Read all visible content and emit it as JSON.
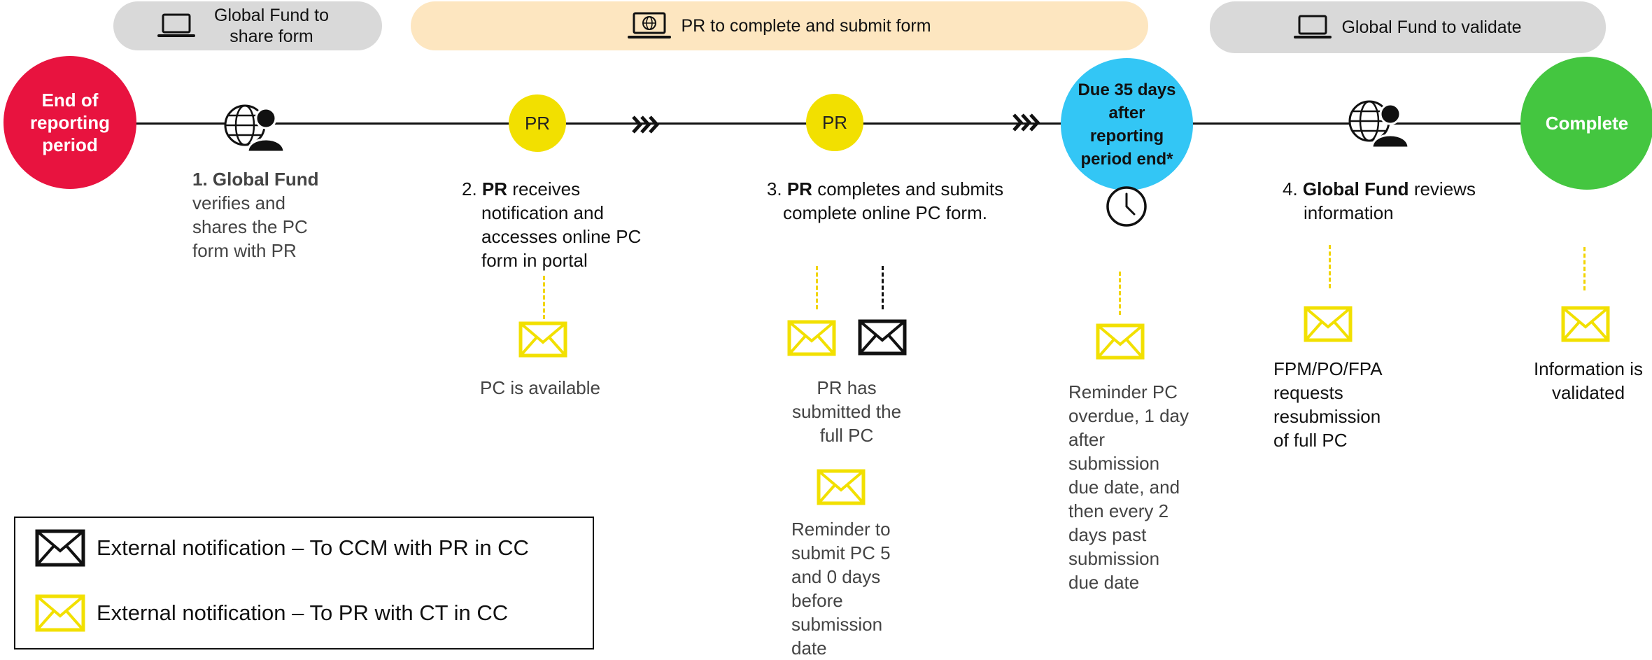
{
  "phases": {
    "share": "Global Fund to share form",
    "complete": "PR to complete and submit form",
    "validate": "Global Fund to validate"
  },
  "milestones": {
    "start": "End of reporting period",
    "due": "Due 35 days after reporting period end*",
    "end": "Complete"
  },
  "pr_badge": "PR",
  "steps": {
    "s1": {
      "num": "1.",
      "actor": "Global Fund",
      "rest": "verifies and shares the PC form with PR"
    },
    "s2": {
      "num": "2.",
      "actor": "PR",
      "rest": "receives notification and accesses online PC form in portal"
    },
    "s3": {
      "num": "3.",
      "actor": "PR",
      "rest": "completes and submits complete online PC form."
    },
    "s4": {
      "num": "4.",
      "actor": "Global Fund",
      "rest": "reviews information"
    }
  },
  "notifications": {
    "n2": "PC is available",
    "n3a": "PR has submitted the full PC",
    "n3b": "Reminder to submit PC 5 and 0 days before submission date",
    "ndue": "Reminder PC overdue, 1 day after submission due date, and then every 2 days past submission due date",
    "n4": "FPM/PO/FPA requests resubmission of full PC",
    "nend": "Information is validated"
  },
  "legend": {
    "black": "External notification – To CCM with PR in CC",
    "yellow": "External notification – To PR with CT in CC"
  },
  "colors": {
    "start": "#e8133f",
    "due": "#33c6f5",
    "end": "#44c640",
    "pr": "#f2e000",
    "envelope_yellow": "#f2e000",
    "envelope_black": "#111111"
  },
  "icons": {
    "laptop": "laptop-icon",
    "laptop_globe": "laptop-globe-icon",
    "globe_person": "globe-person-icon",
    "clock": "clock-icon",
    "chevron": "triple-chevron-icon",
    "envelope": "envelope-icon"
  }
}
